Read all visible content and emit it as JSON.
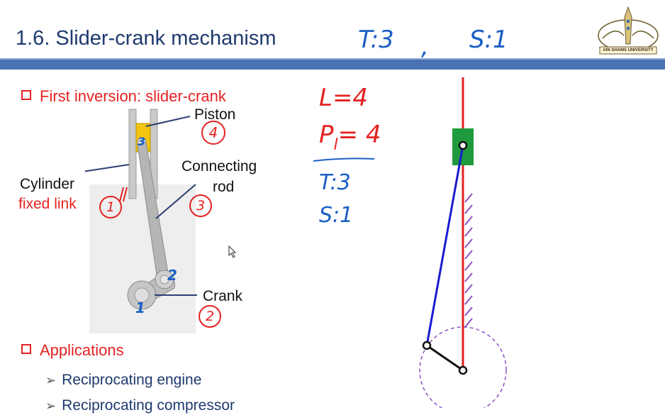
{
  "slide": {
    "title": "1.6. Slider-crank mechanism",
    "hw_header_t": "T:3",
    "hw_header_comma": ",",
    "hw_header_s": "S:1",
    "logo_caption": "AIN SHAMS UNIVERSITY"
  },
  "section1": {
    "bullet": "First inversion: slider-crank"
  },
  "figure_labels": {
    "piston": "Piston",
    "connecting_line1": "Connecting",
    "connecting_line2": "rod",
    "cylinder": "Cylinder",
    "fixed_link": "fixed link",
    "crank": "Crank"
  },
  "figure_handwriting": {
    "num_piston": "4",
    "num_rod": "3",
    "num_cylinder": "1",
    "num_crank": "2",
    "blue_3": "3",
    "blue_2": "2",
    "blue_1": "1"
  },
  "notes": {
    "L": "L=4",
    "Pl": "P",
    "Pl_sub": "l",
    "Pl_eq": "= 4",
    "T": "T:3",
    "S": "S:1"
  },
  "section2": {
    "bullet": "Applications",
    "items": [
      "Reciprocating engine",
      "Reciprocating compressor"
    ]
  },
  "colors": {
    "title": "#1f3a6e",
    "band": "#4a72b5",
    "accent_red": "#e52222",
    "pen_blue": "#1b5fc4",
    "slider_green": "#1f9a3e",
    "rod_blue": "#1a1ad0",
    "hatch_purple": "#8e4fbf"
  }
}
